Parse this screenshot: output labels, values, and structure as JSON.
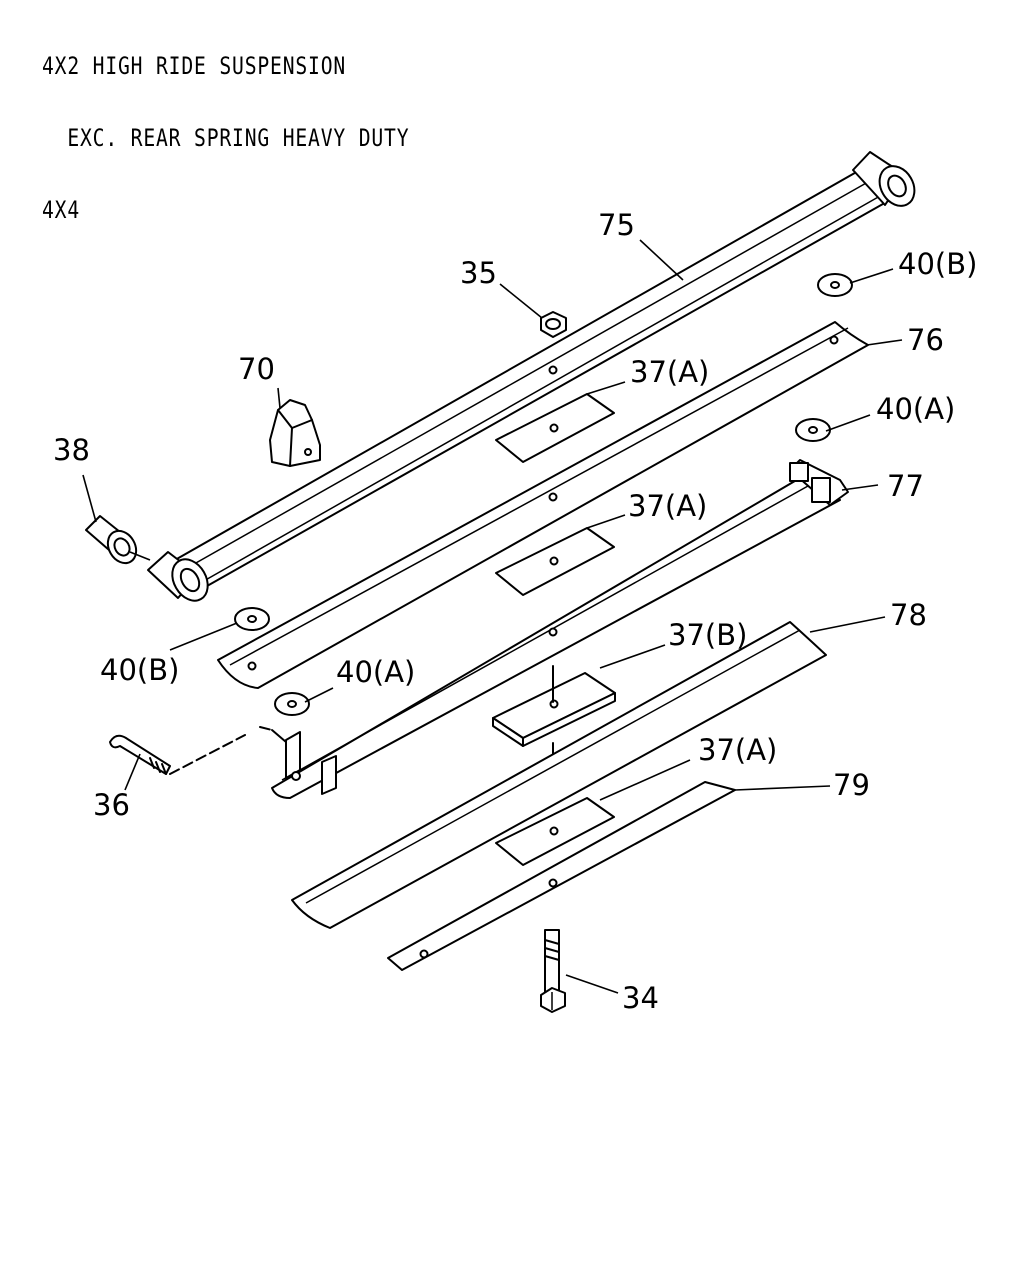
{
  "header": {
    "line1": "4X2 HIGH RIDE SUSPENSION",
    "line2": "  EXC. REAR SPRING HEAVY DUTY",
    "line3": "4X4"
  },
  "labels": {
    "p75": "75",
    "p35": "35",
    "p40b_top": "40(B)",
    "p76": "76",
    "p70": "70",
    "p37a_1": "37(A)",
    "p40a_top": "40(A)",
    "p38": "38",
    "p77": "77",
    "p37a_2": "37(A)",
    "p78": "78",
    "p37b": "37(B)",
    "p40b_left": "40(B)",
    "p40a_left": "40(A)",
    "p37a_3": "37(A)",
    "p79": "79",
    "p36": "36",
    "p34": "34"
  }
}
